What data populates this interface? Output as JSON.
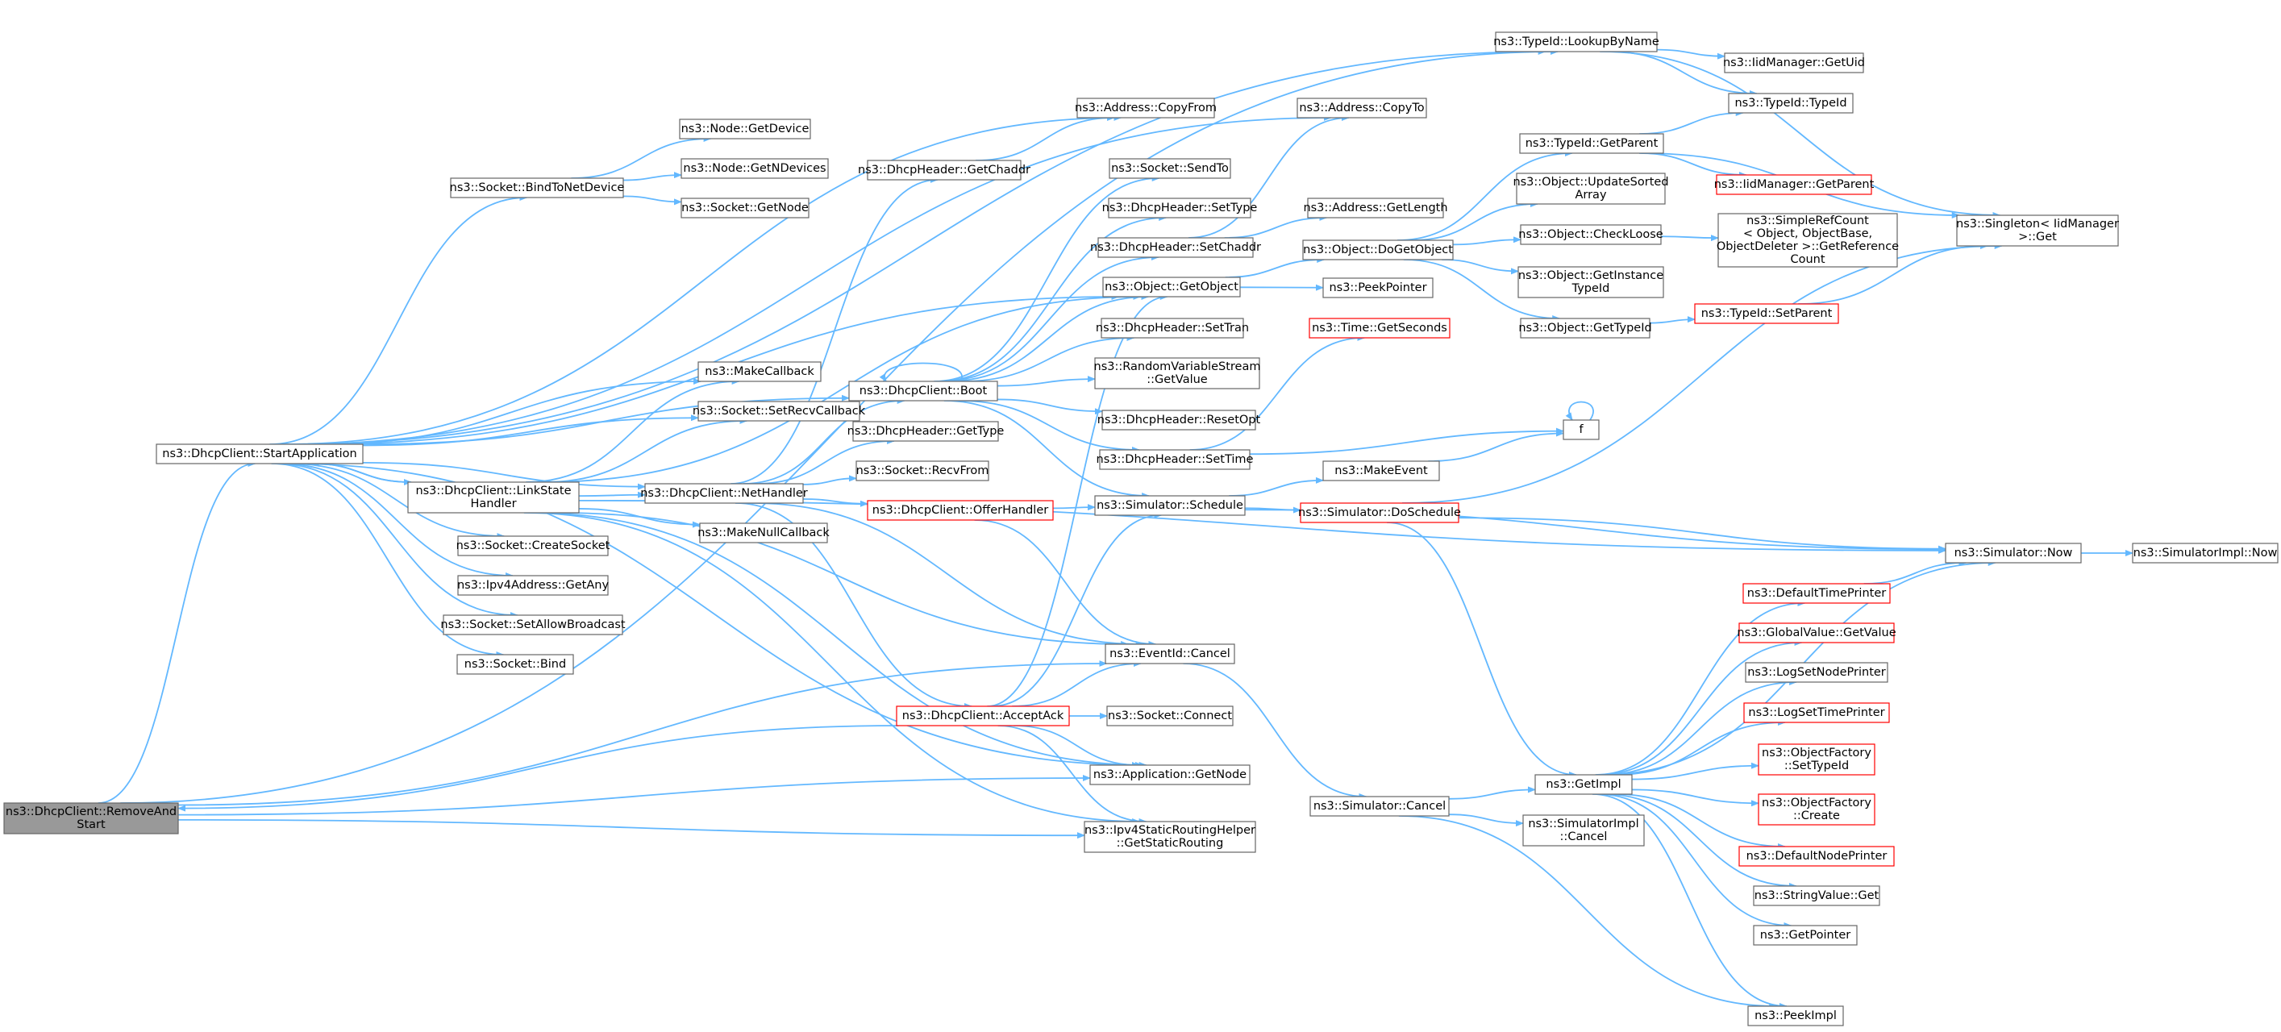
{
  "colors": {
    "node_fill": "#ffffff",
    "node_border": "#666666",
    "node_border_truncated": "#ff0000",
    "node_focus_fill": "#999999",
    "node_focus_border": "#666666",
    "edge": "#63b8ff"
  },
  "nodes": [
    {
      "id": "n0",
      "label": [
        "ns3::DhcpClient::RemoveAnd",
        "Start"
      ],
      "focus": true
    },
    {
      "id": "n1",
      "label": [
        "ns3::DhcpClient::StartApplication"
      ]
    },
    {
      "id": "n2",
      "label": [
        "ns3::TypeId::LookupByName"
      ]
    },
    {
      "id": "n3",
      "label": [
        "ns3::Address::CopyTo"
      ]
    },
    {
      "id": "n4",
      "label": [
        "ns3::Address::CopyFrom"
      ]
    },
    {
      "id": "n5",
      "label": [
        "ns3::Node::GetDevice"
      ]
    },
    {
      "id": "n6",
      "label": [
        "ns3::Socket::BindToNetDevice"
      ]
    },
    {
      "id": "n7",
      "label": [
        "ns3::Node::GetNDevices"
      ]
    },
    {
      "id": "n8",
      "label": [
        "ns3::Socket::GetNode"
      ]
    },
    {
      "id": "n9",
      "label": [
        "ns3::Object::GetObject"
      ]
    },
    {
      "id": "n10",
      "label": [
        "ns3::DhcpClient::Boot"
      ]
    },
    {
      "id": "n11",
      "label": [
        "ns3::MakeCallback"
      ]
    },
    {
      "id": "n12",
      "label": [
        "ns3::Socket::SetRecvCallback"
      ]
    },
    {
      "id": "n13",
      "label": [
        "ns3::DhcpClient::LinkState",
        "Handler"
      ]
    },
    {
      "id": "n14",
      "label": [
        "ns3::DhcpClient::NetHandler"
      ]
    },
    {
      "id": "n15",
      "label": [
        "ns3::Socket::CreateSocket"
      ]
    },
    {
      "id": "n16",
      "label": [
        "ns3::Ipv4Address::GetAny"
      ]
    },
    {
      "id": "n17",
      "label": [
        "ns3::Socket::SetAllowBroadcast"
      ]
    },
    {
      "id": "n18",
      "label": [
        "ns3::Socket::Bind"
      ]
    },
    {
      "id": "n19",
      "label": [
        "ns3::MakeNullCallback"
      ]
    },
    {
      "id": "n20",
      "label": [
        "ns3::DhcpHeader::GetChaddr"
      ]
    },
    {
      "id": "n21",
      "label": [
        "ns3::DhcpHeader::GetType"
      ]
    },
    {
      "id": "n22",
      "label": [
        "ns3::Socket::RecvFrom"
      ]
    },
    {
      "id": "n23",
      "label": [
        "ns3::DhcpClient::OfferHandler"
      ],
      "truncated": true
    },
    {
      "id": "n24",
      "label": [
        "ns3::DhcpClient::AcceptAck"
      ],
      "truncated": true
    },
    {
      "id": "n25",
      "label": [
        "ns3::Socket::SendTo"
      ]
    },
    {
      "id": "n26",
      "label": [
        "ns3::DhcpHeader::SetType"
      ]
    },
    {
      "id": "n27",
      "label": [
        "ns3::DhcpHeader::SetChaddr"
      ]
    },
    {
      "id": "n28",
      "label": [
        "ns3::DhcpHeader::SetTran"
      ]
    },
    {
      "id": "n29",
      "label": [
        "ns3::RandomVariableStream",
        "::GetValue"
      ]
    },
    {
      "id": "n30",
      "label": [
        "ns3::DhcpHeader::ResetOpt"
      ]
    },
    {
      "id": "n31",
      "label": [
        "ns3::DhcpHeader::SetTime"
      ]
    },
    {
      "id": "n32",
      "label": [
        "ns3::Simulator::Schedule"
      ]
    },
    {
      "id": "n33",
      "label": [
        "ns3::EventId::Cancel"
      ]
    },
    {
      "id": "n34",
      "label": [
        "ns3::Socket::Connect"
      ]
    },
    {
      "id": "n35",
      "label": [
        "ns3::Application::GetNode"
      ]
    },
    {
      "id": "n36",
      "label": [
        "ns3::Ipv4StaticRoutingHelper",
        "::GetStaticRouting"
      ]
    },
    {
      "id": "n37",
      "label": [
        "ns3::Address::GetLength"
      ]
    },
    {
      "id": "n38",
      "label": [
        "ns3::Object::DoGetObject"
      ]
    },
    {
      "id": "n39",
      "label": [
        "ns3::PeekPointer"
      ]
    },
    {
      "id": "n40",
      "label": [
        "ns3::Time::GetSeconds"
      ],
      "truncated": true
    },
    {
      "id": "n41",
      "label": [
        "ns3::MakeEvent"
      ]
    },
    {
      "id": "n42",
      "label": [
        "ns3::Simulator::DoSchedule"
      ],
      "truncated": true
    },
    {
      "id": "n43",
      "label": [
        "ns3::Simulator::Cancel"
      ]
    },
    {
      "id": "n44",
      "label": [
        "ns3::TypeId::GetParent"
      ]
    },
    {
      "id": "n45",
      "label": [
        "ns3::Object::UpdateSorted",
        "Array"
      ]
    },
    {
      "id": "n46",
      "label": [
        "ns3::Object::CheckLoose"
      ]
    },
    {
      "id": "n47",
      "label": [
        "ns3::Object::GetInstance",
        "TypeId"
      ]
    },
    {
      "id": "n48",
      "label": [
        "ns3::Object::GetTypeId"
      ]
    },
    {
      "id": "n49",
      "label": [
        "f"
      ]
    },
    {
      "id": "n50",
      "label": [
        "ns3::GetImpl"
      ]
    },
    {
      "id": "n51",
      "label": [
        "ns3::SimulatorImpl",
        "::Cancel"
      ]
    },
    {
      "id": "n52",
      "label": [
        "ns3::IidManager::GetUid"
      ]
    },
    {
      "id": "n53",
      "label": [
        "ns3::TypeId::TypeId"
      ]
    },
    {
      "id": "n54",
      "label": [
        "ns3::IidManager::GetParent"
      ],
      "truncated": true
    },
    {
      "id": "n55",
      "label": [
        "ns3::SimpleRefCount",
        "< Object, ObjectBase,",
        "ObjectDeleter >::GetReference",
        "Count"
      ]
    },
    {
      "id": "n56",
      "label": [
        "ns3::TypeId::SetParent"
      ],
      "truncated": true
    },
    {
      "id": "n57",
      "label": [
        "ns3::Simulator::Now"
      ]
    },
    {
      "id": "n58",
      "label": [
        "ns3::DefaultTimePrinter"
      ],
      "truncated": true
    },
    {
      "id": "n59",
      "label": [
        "ns3::GlobalValue::GetValue"
      ],
      "truncated": true
    },
    {
      "id": "n60",
      "label": [
        "ns3::LogSetNodePrinter"
      ]
    },
    {
      "id": "n61",
      "label": [
        "ns3::LogSetTimePrinter"
      ],
      "truncated": true
    },
    {
      "id": "n62",
      "label": [
        "ns3::ObjectFactory",
        "::SetTypeId"
      ],
      "truncated": true
    },
    {
      "id": "n63",
      "label": [
        "ns3::ObjectFactory",
        "::Create"
      ],
      "truncated": true
    },
    {
      "id": "n64",
      "label": [
        "ns3::DefaultNodePrinter"
      ],
      "truncated": true
    },
    {
      "id": "n65",
      "label": [
        "ns3::StringValue::Get"
      ]
    },
    {
      "id": "n66",
      "label": [
        "ns3::GetPointer"
      ]
    },
    {
      "id": "n67",
      "label": [
        "ns3::PeekImpl"
      ]
    },
    {
      "id": "n68",
      "label": [
        "ns3::Singleton< IidManager",
        "  >::Get"
      ]
    },
    {
      "id": "n69",
      "label": [
        "ns3::SimulatorImpl::Now"
      ]
    }
  ],
  "edges": [
    [
      "n0",
      "n1"
    ],
    [
      "n0",
      "n2"
    ],
    [
      "n0",
      "n33"
    ],
    [
      "n0",
      "n35"
    ],
    [
      "n0",
      "n36"
    ],
    [
      "n1",
      "n2"
    ],
    [
      "n1",
      "n3"
    ],
    [
      "n1",
      "n4"
    ],
    [
      "n1",
      "n6"
    ],
    [
      "n1",
      "n9"
    ],
    [
      "n1",
      "n10"
    ],
    [
      "n1",
      "n11"
    ],
    [
      "n1",
      "n12"
    ],
    [
      "n1",
      "n13"
    ],
    [
      "n1",
      "n14"
    ],
    [
      "n1",
      "n15"
    ],
    [
      "n1",
      "n16"
    ],
    [
      "n1",
      "n17"
    ],
    [
      "n1",
      "n18"
    ],
    [
      "n1",
      "n35"
    ],
    [
      "n6",
      "n5"
    ],
    [
      "n6",
      "n7"
    ],
    [
      "n6",
      "n8"
    ],
    [
      "n13",
      "n1"
    ],
    [
      "n13",
      "n9"
    ],
    [
      "n13",
      "n11"
    ],
    [
      "n13",
      "n12"
    ],
    [
      "n13",
      "n14"
    ],
    [
      "n13",
      "n19"
    ],
    [
      "n13",
      "n33"
    ],
    [
      "n13",
      "n35"
    ],
    [
      "n13",
      "n36"
    ],
    [
      "n13",
      "n57"
    ],
    [
      "n14",
      "n20"
    ],
    [
      "n14",
      "n10"
    ],
    [
      "n14",
      "n21"
    ],
    [
      "n14",
      "n22"
    ],
    [
      "n14",
      "n23"
    ],
    [
      "n14",
      "n24"
    ],
    [
      "n14",
      "n33"
    ],
    [
      "n20",
      "n4"
    ],
    [
      "n23",
      "n32"
    ],
    [
      "n23",
      "n33"
    ],
    [
      "n24",
      "n0"
    ],
    [
      "n24",
      "n9"
    ],
    [
      "n24",
      "n32"
    ],
    [
      "n24",
      "n33"
    ],
    [
      "n24",
      "n34"
    ],
    [
      "n24",
      "n35"
    ],
    [
      "n24",
      "n36"
    ],
    [
      "n10",
      "n10"
    ],
    [
      "n10",
      "n25"
    ],
    [
      "n10",
      "n26"
    ],
    [
      "n10",
      "n27"
    ],
    [
      "n10",
      "n9"
    ],
    [
      "n10",
      "n28"
    ],
    [
      "n10",
      "n29"
    ],
    [
      "n10",
      "n30"
    ],
    [
      "n10",
      "n31"
    ],
    [
      "n10",
      "n32"
    ],
    [
      "n27",
      "n3"
    ],
    [
      "n27",
      "n37"
    ],
    [
      "n9",
      "n38"
    ],
    [
      "n9",
      "n39"
    ],
    [
      "n31",
      "n40"
    ],
    [
      "n31",
      "n49"
    ],
    [
      "n32",
      "n41"
    ],
    [
      "n32",
      "n42"
    ],
    [
      "n32",
      "n57"
    ],
    [
      "n41",
      "n49"
    ],
    [
      "n49",
      "n49"
    ],
    [
      "n42",
      "n68"
    ],
    [
      "n42",
      "n50"
    ],
    [
      "n42",
      "n57"
    ],
    [
      "n33",
      "n43"
    ],
    [
      "n43",
      "n50"
    ],
    [
      "n43",
      "n51"
    ],
    [
      "n43",
      "n67"
    ],
    [
      "n38",
      "n44"
    ],
    [
      "n38",
      "n45"
    ],
    [
      "n38",
      "n46"
    ],
    [
      "n38",
      "n47"
    ],
    [
      "n38",
      "n48"
    ],
    [
      "n44",
      "n53"
    ],
    [
      "n44",
      "n54"
    ],
    [
      "n44",
      "n68"
    ],
    [
      "n46",
      "n55"
    ],
    [
      "n48",
      "n56"
    ],
    [
      "n56",
      "n68"
    ],
    [
      "n2",
      "n52"
    ],
    [
      "n2",
      "n53"
    ],
    [
      "n2",
      "n68"
    ],
    [
      "n57",
      "n69"
    ],
    [
      "n50",
      "n58"
    ],
    [
      "n50",
      "n59"
    ],
    [
      "n50",
      "n60"
    ],
    [
      "n50",
      "n61"
    ],
    [
      "n50",
      "n62"
    ],
    [
      "n50",
      "n63"
    ],
    [
      "n50",
      "n64"
    ],
    [
      "n50",
      "n65"
    ],
    [
      "n50",
      "n66"
    ],
    [
      "n50",
      "n67"
    ],
    [
      "n50",
      "n57"
    ],
    [
      "n58",
      "n57"
    ]
  ]
}
